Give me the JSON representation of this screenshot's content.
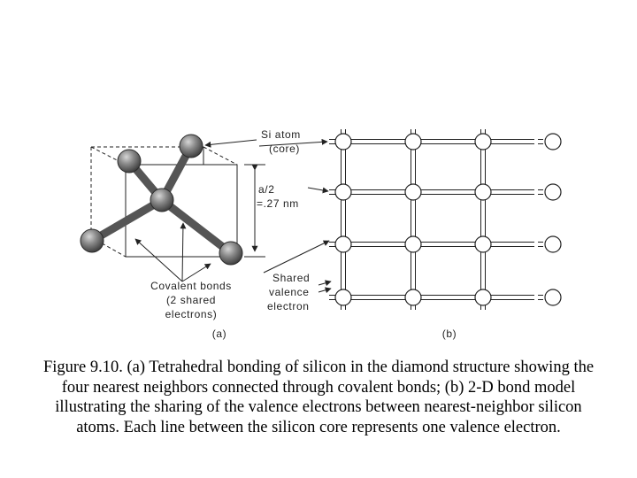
{
  "panel_a": {
    "label": "(a)",
    "si_atom_label_line1": "Si atom",
    "si_atom_label_line2": "(core)",
    "distance_label_line1": "a/2",
    "distance_label_line2": "=.27 nm",
    "covalent_label_line1": "Covalent bonds",
    "covalent_label_line2": "(2 shared",
    "covalent_label_line3": "electrons)"
  },
  "panel_b": {
    "label": "(b)",
    "shared_label_line1": "Shared",
    "shared_label_line2": "valence",
    "shared_label_line3": "electron"
  },
  "caption": "Figure 9.10. (a) Tetrahedral bonding of silicon in the diamond structure showing the four nearest neighbors connected through covalent bonds; (b) 2-D bond model illustrating the sharing of the valence electrons between nearest-neighbor silicon atoms. Each line between the silicon core represents one valence electron.",
  "colors": {
    "atom": "#6e6e6e",
    "bond": "#555555",
    "line": "#222222"
  }
}
